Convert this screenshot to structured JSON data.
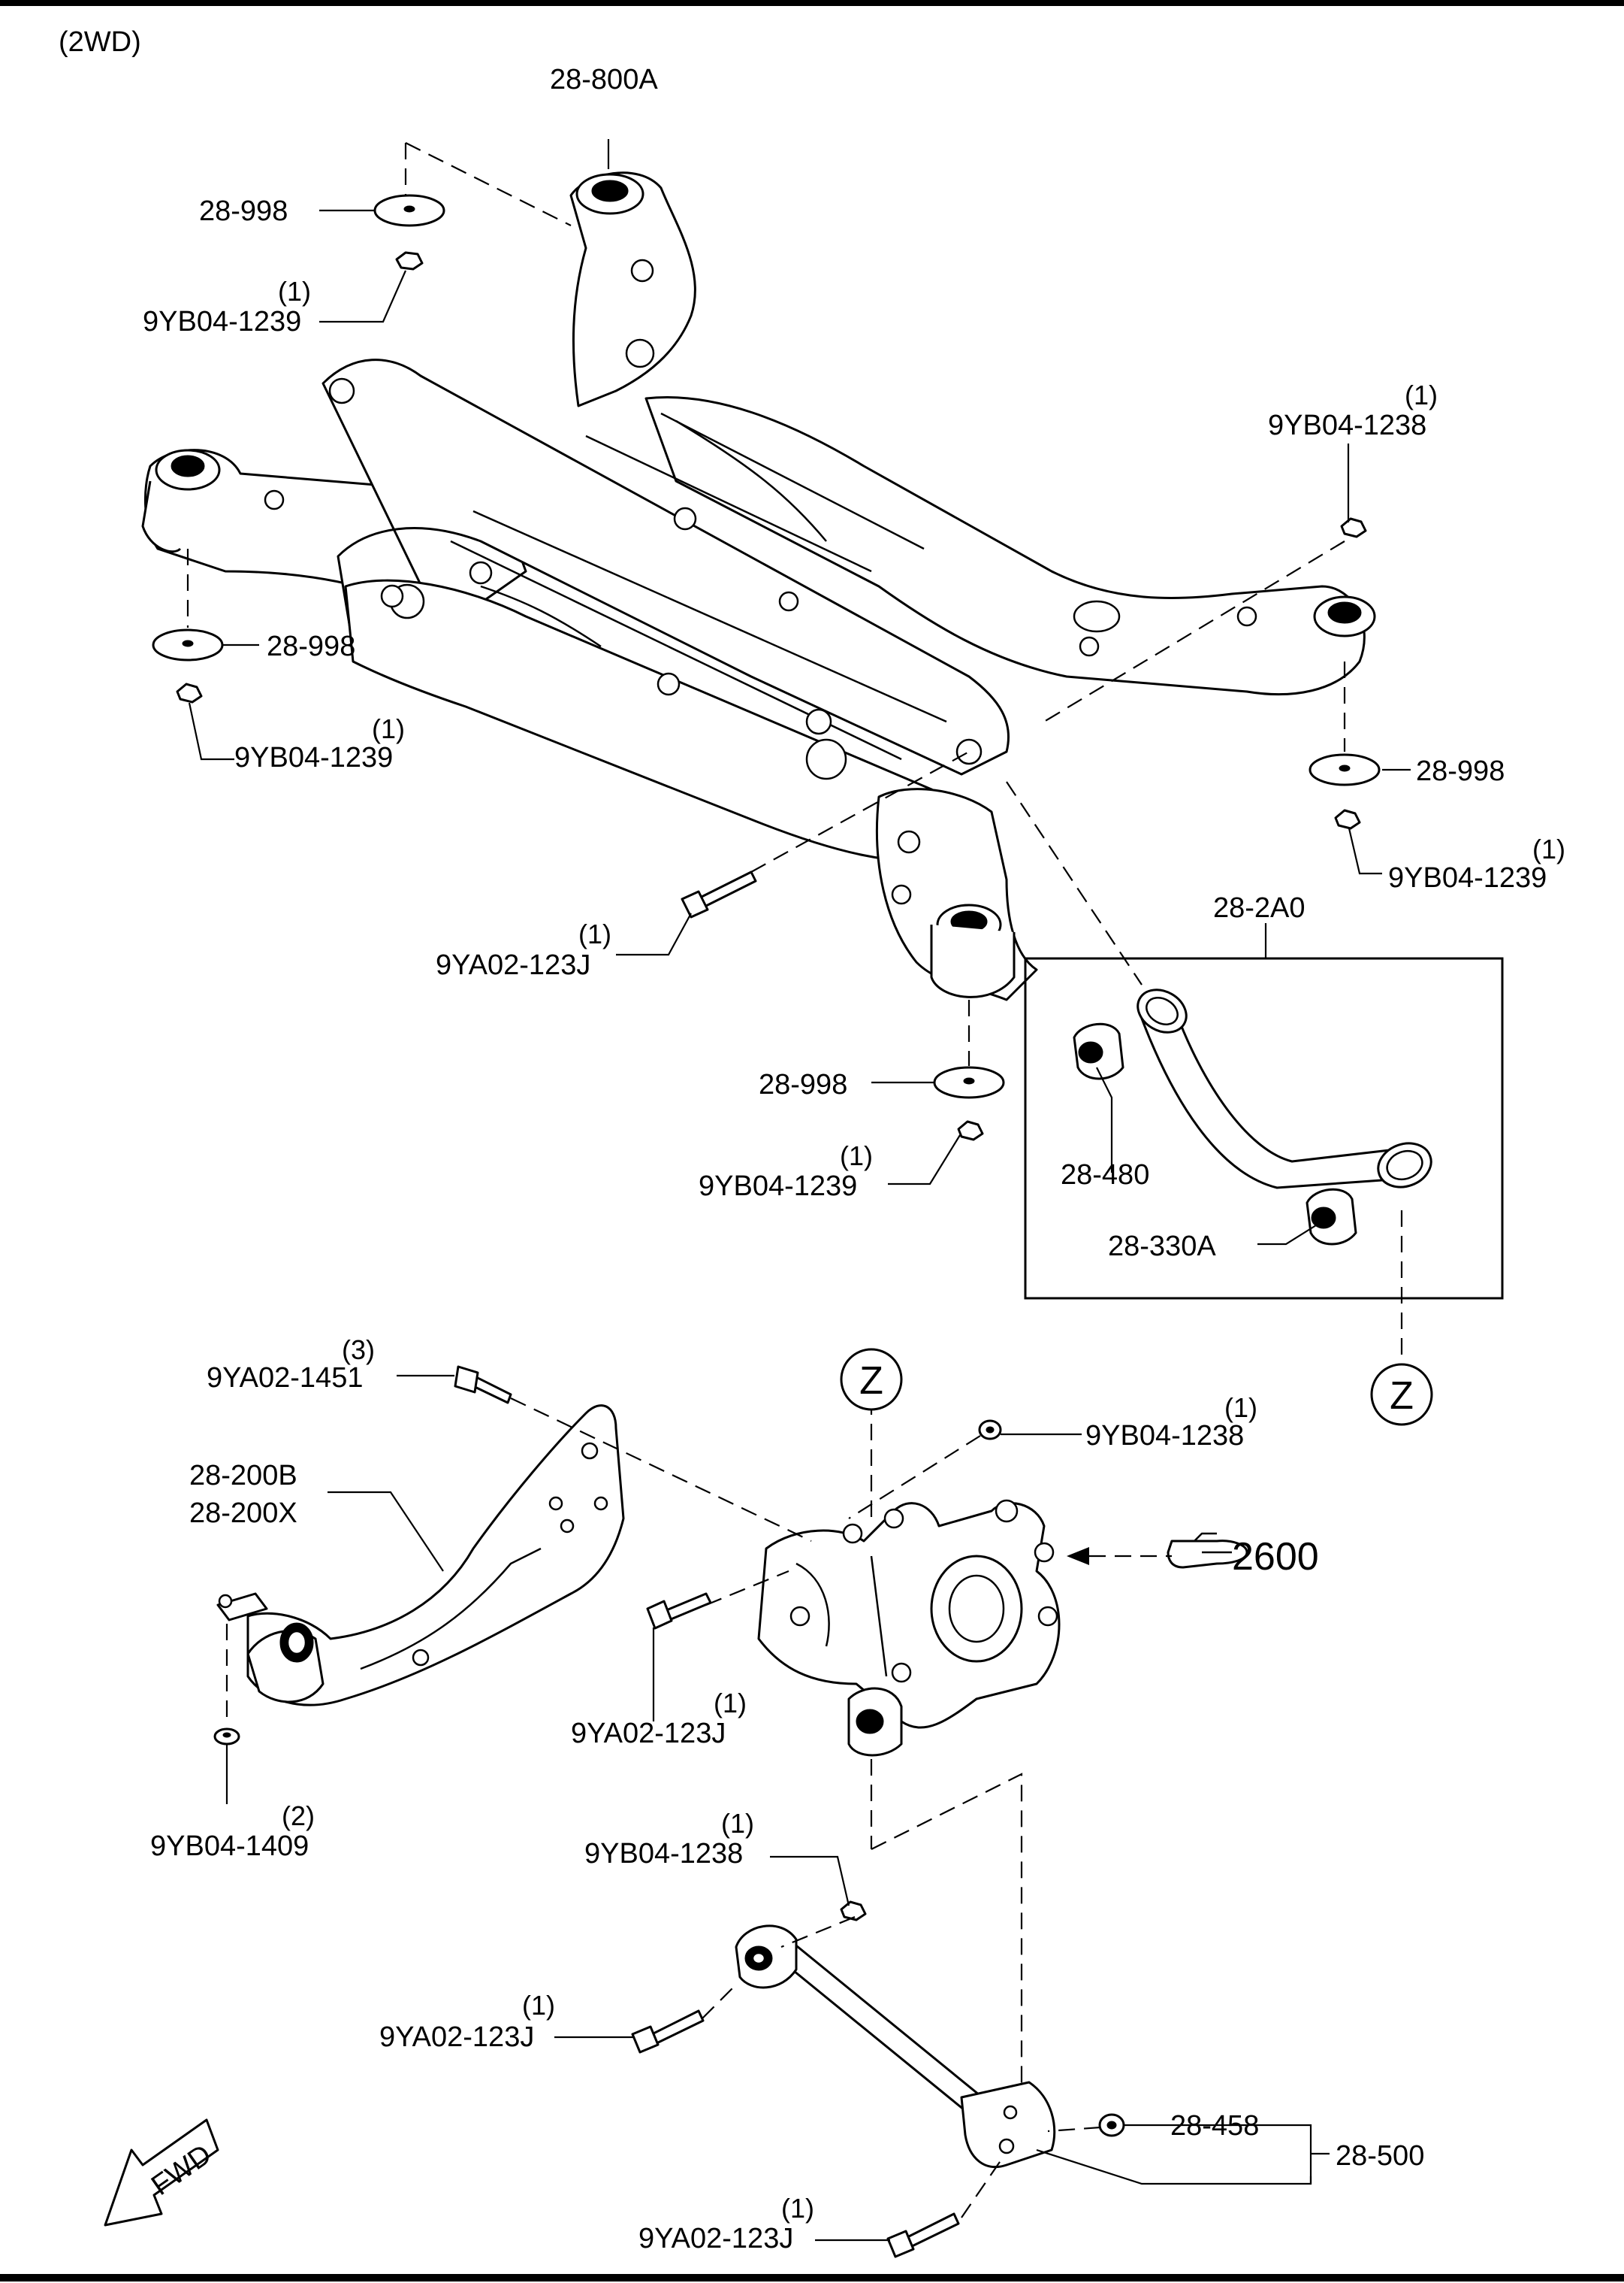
{
  "header": {
    "variant": "(2WD)"
  },
  "labels": {
    "crossmember": "28-800A",
    "mount_washer": "28-998",
    "nut_1239": "9YB04-1239",
    "nut_1238": "9YB04-1238",
    "bolt_123j": "9YA02-123J",
    "upper_arm": "28-2A0",
    "bushing_480": "28-480",
    "bushing_330a": "28-330A",
    "bolt_1451": "9YA02-1451",
    "trailing_arm_b": "28-200B",
    "trailing_arm_x": "28-200X",
    "nut_1409": "9YB04-1409",
    "nut_458": "28-458",
    "lower_arm": "28-500",
    "ref_section": "2600",
    "connector": "Z",
    "fwd": "FWD"
  },
  "quantities": {
    "one": "(1)",
    "two": "(2)",
    "three": "(3)"
  }
}
